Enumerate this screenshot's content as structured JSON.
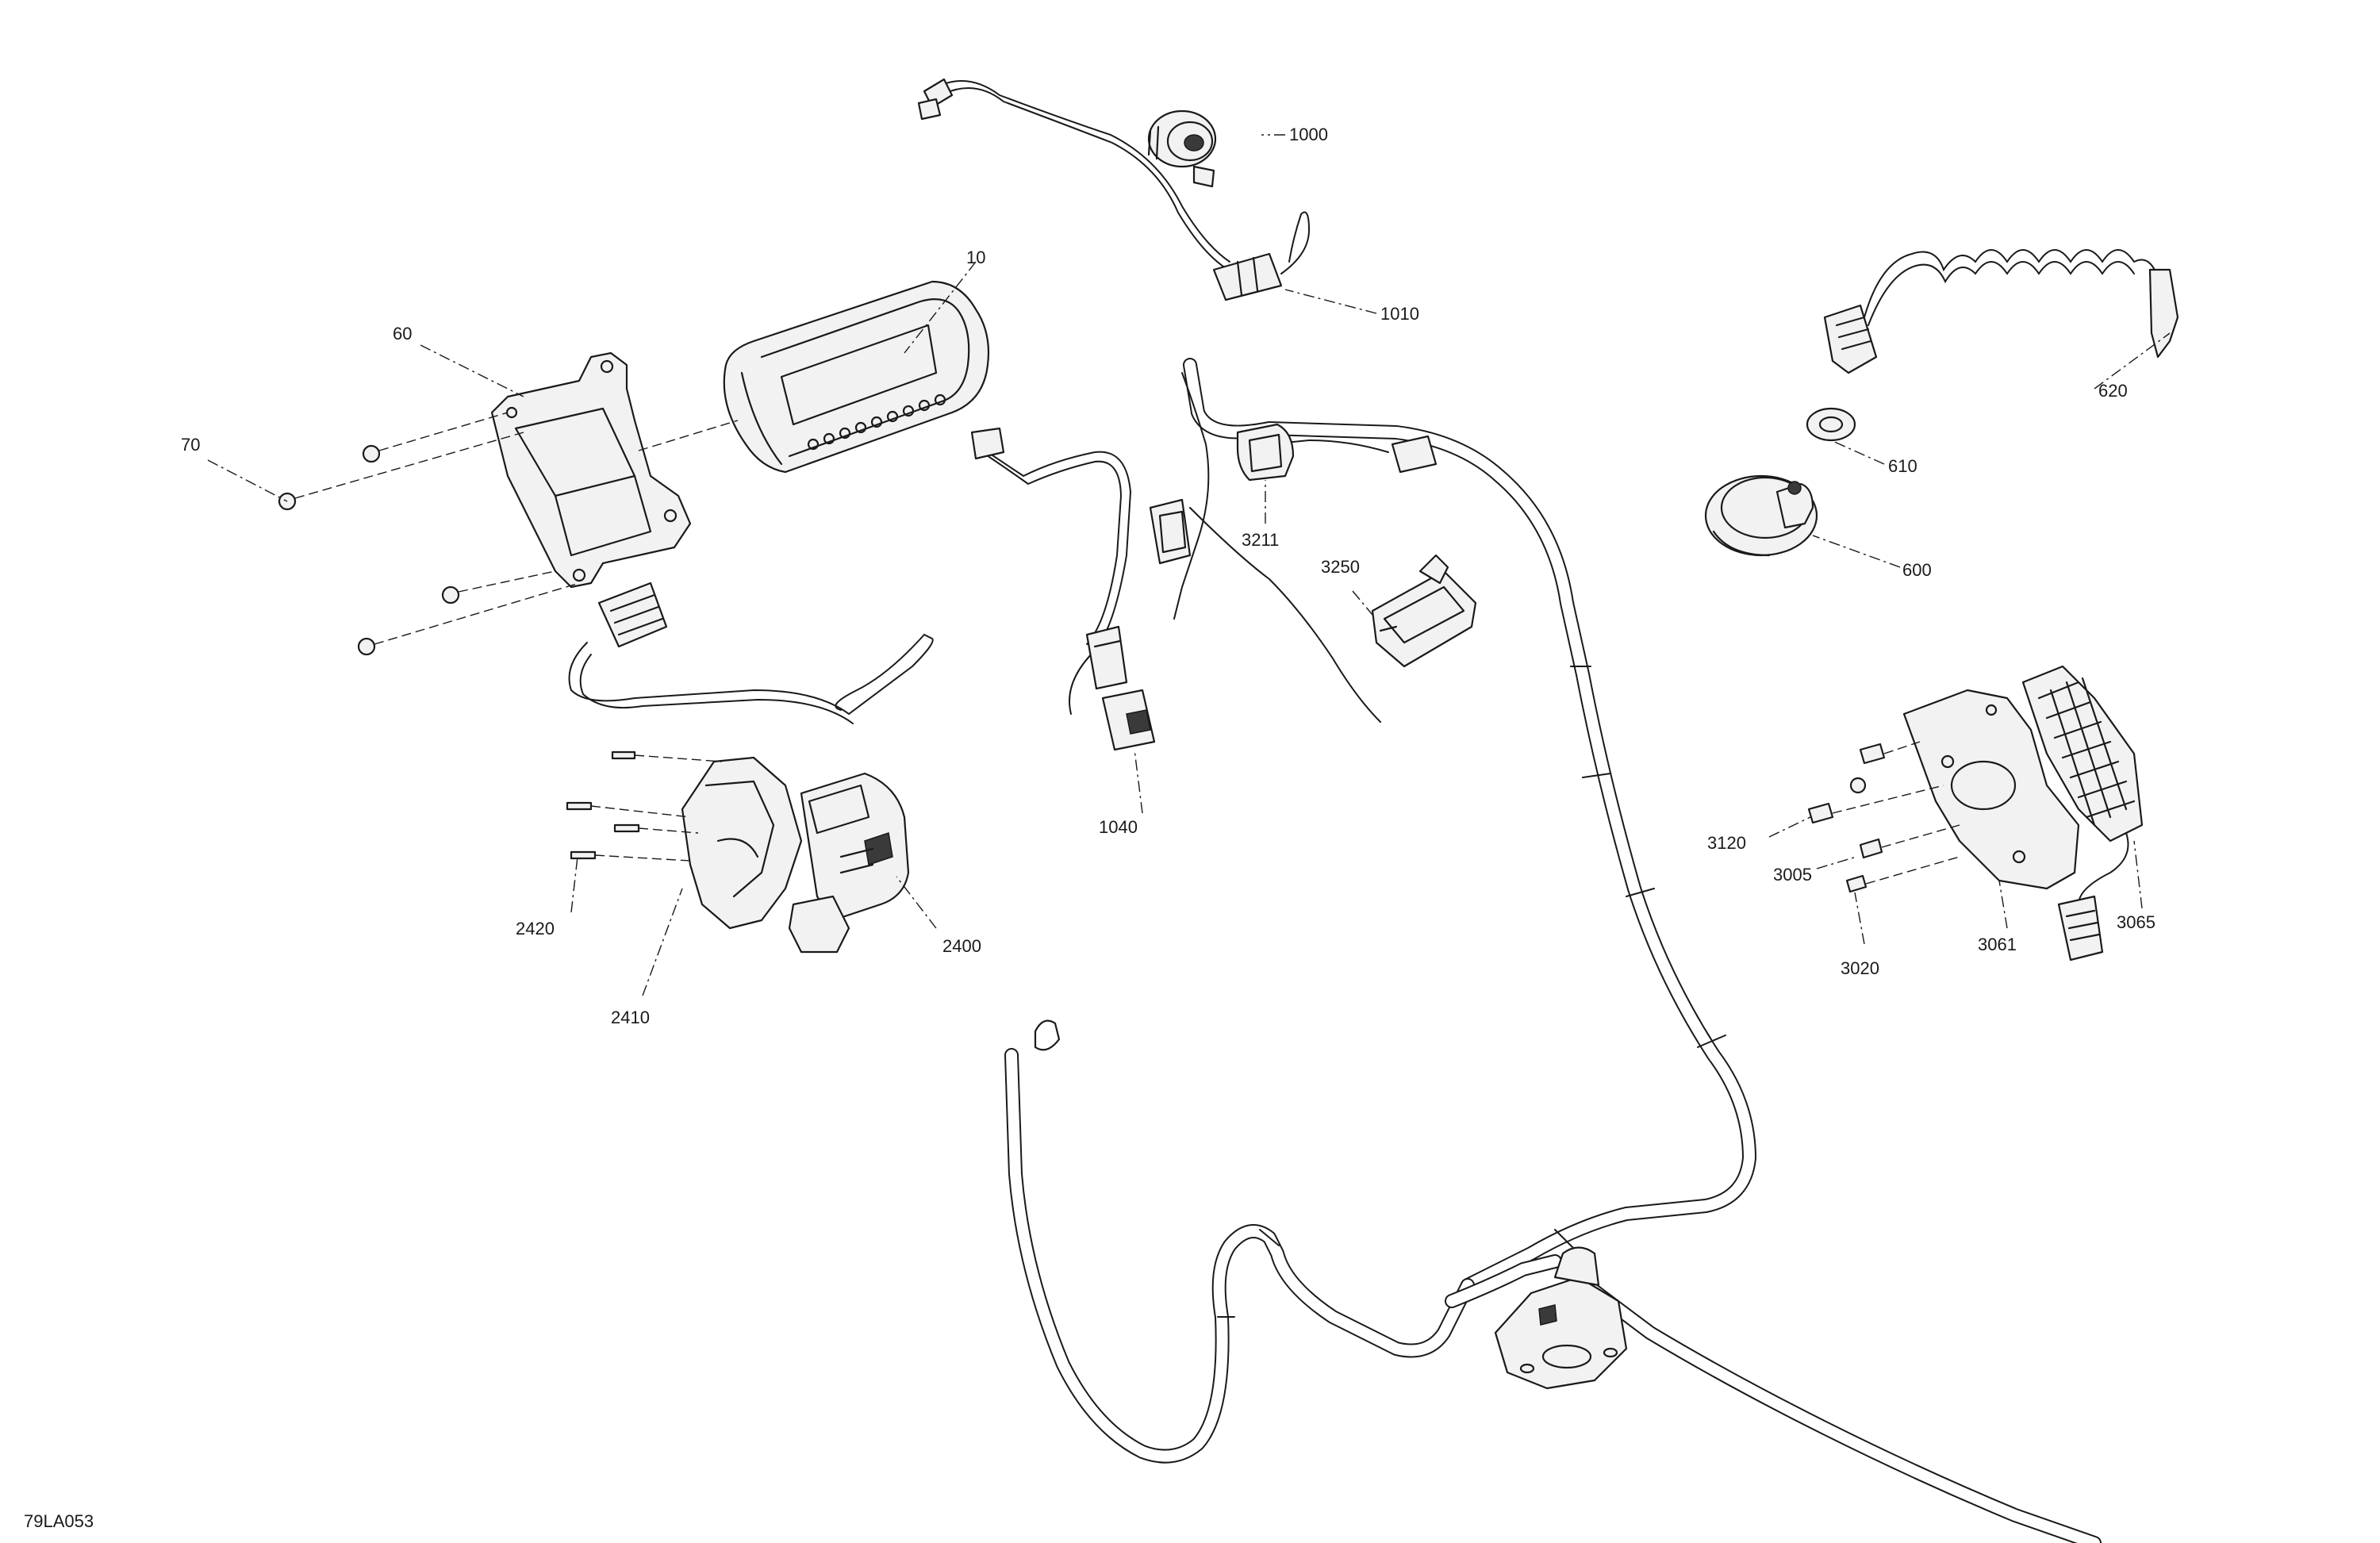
{
  "diagram": {
    "reference_code": "79LA053",
    "callouts": [
      {
        "id": "c10",
        "label": "10"
      },
      {
        "id": "c60",
        "label": "60"
      },
      {
        "id": "c70",
        "label": "70"
      },
      {
        "id": "c600",
        "label": "600"
      },
      {
        "id": "c610",
        "label": "610"
      },
      {
        "id": "c620",
        "label": "620"
      },
      {
        "id": "c1000",
        "label": "1000"
      },
      {
        "id": "c1010",
        "label": "1010"
      },
      {
        "id": "c1040",
        "label": "1040"
      },
      {
        "id": "c2400",
        "label": "2400"
      },
      {
        "id": "c2410",
        "label": "2410"
      },
      {
        "id": "c2420",
        "label": "2420"
      },
      {
        "id": "c3005",
        "label": "3005"
      },
      {
        "id": "c3020",
        "label": "3020"
      },
      {
        "id": "c3061",
        "label": "3061"
      },
      {
        "id": "c3065",
        "label": "3065"
      },
      {
        "id": "c3120",
        "label": "3120"
      },
      {
        "id": "c3211",
        "label": "3211"
      },
      {
        "id": "c3250",
        "label": "3250"
      }
    ]
  }
}
